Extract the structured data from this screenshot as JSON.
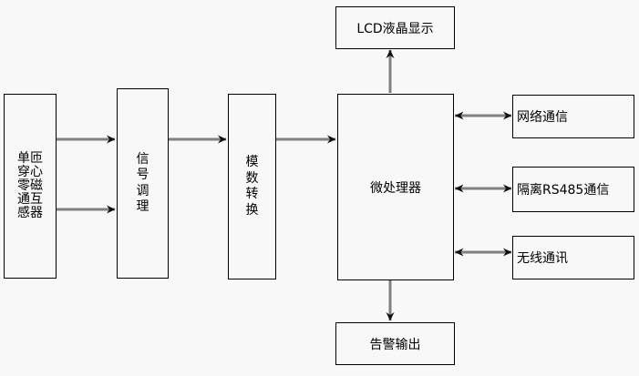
{
  "diagram": {
    "title": "",
    "background_color": "#f7f8f7",
    "box_border_color": "#000000",
    "connector_color": "#808080",
    "arrowhead_color": "#000000",
    "blocks": {
      "sensor": {
        "label": "单匝穿心零磁通互感器",
        "lines": [
          "单匝",
          "穿心",
          "零磁",
          "通互",
          "感器"
        ]
      },
      "signal_conditioning": {
        "label": "信号调理",
        "chars": [
          "信",
          "号",
          "调",
          "理"
        ]
      },
      "ad_conversion": {
        "label": "模数转换",
        "chars": [
          "模",
          "数",
          "转",
          "换"
        ]
      },
      "microprocessor": {
        "label": "微处理器"
      },
      "lcd_display": {
        "label": "LCD液晶显示"
      },
      "alarm_output": {
        "label": "告警输出"
      },
      "network_comm": {
        "label": "网络通信"
      },
      "rs485_comm": {
        "label": "隔离RS485通信"
      },
      "wireless_comm": {
        "label": "无线通讯"
      }
    },
    "connectors": [
      {
        "name": "sensor-to-signal-upper",
        "type": "single-arrow",
        "direction": "right"
      },
      {
        "name": "sensor-to-signal-lower",
        "type": "single-arrow",
        "direction": "right"
      },
      {
        "name": "signal-to-ad",
        "type": "single-arrow",
        "direction": "right"
      },
      {
        "name": "ad-to-microprocessor",
        "type": "single-arrow",
        "direction": "right"
      },
      {
        "name": "microprocessor-to-lcd",
        "type": "single-arrow",
        "direction": "up"
      },
      {
        "name": "microprocessor-to-alarm",
        "type": "single-arrow",
        "direction": "down"
      },
      {
        "name": "microprocessor-to-network",
        "type": "double-arrow",
        "direction": "horizontal"
      },
      {
        "name": "microprocessor-to-rs485",
        "type": "double-arrow",
        "direction": "horizontal"
      },
      {
        "name": "microprocessor-to-wireless",
        "type": "double-arrow",
        "direction": "horizontal"
      }
    ]
  }
}
